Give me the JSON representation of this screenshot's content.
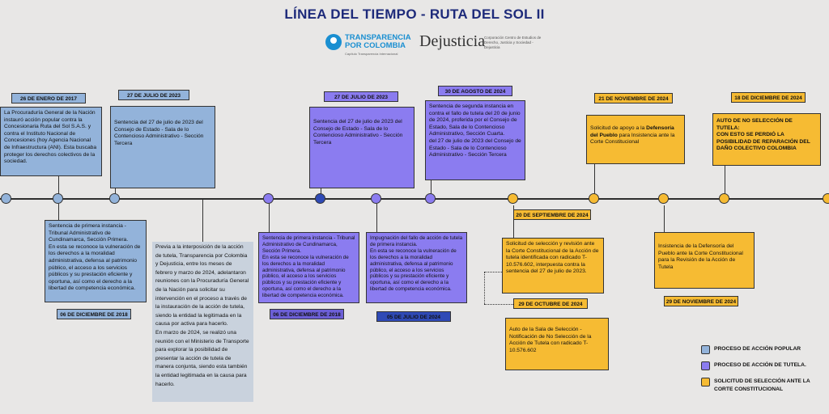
{
  "title": "LÍNEA DEL TIEMPO - RUTA DEL SOL II",
  "logos": {
    "tp_line1": "TRANSPARENCIA",
    "tp_line2": "POR COLOMBIA",
    "tp_sub": "Capítulo Transparencia Internacional",
    "dejusticia": "Dejusticia",
    "dejusticia_sub": "Corporación Centro de Estudios de Derecho, Justicia y Sociedad - Dejusticia"
  },
  "colors": {
    "accion_popular": "#93b3da",
    "tutela": "#8b7cf0",
    "seleccion": "#f6bb33",
    "title": "#1d2a7a"
  },
  "top_events": [
    {
      "date": "26 DE ENERO DE 2017",
      "text": "La Procuraduría General de la Nación instauró acción popular contra la Concesionaria Ruta del Sol S.A.S. y contra el Instituto Nacional de Concesiones (hoy Agencia Nacional de Infraestructura (ANI). Esta buscaba proteger los derechos colectivos de la sociedad."
    },
    {
      "date": "27 DE JULIO DE 2023",
      "text": "Sentencia del 27 de julio de 2023 del Consejo de Estado - Sala de lo Contencioso Administrativo - Sección Tercera"
    },
    {
      "date": "27 DE JULIO DE 2023",
      "text": "Sentencia del 27 de julio de 2023 del Consejo de Estado - Sala de lo Contencioso Administrativo - Sección Tercera"
    },
    {
      "date": "30 DE AGOSTO DE 2024",
      "text": "Sentencia de segunda instancia en contra el fallo de tutela del 20 de junio de 2024, proferida por el Consejo de Estado, Sala de lo Contencioso Administrativo, Sección Cuarta.\n del 27 de julio de 2023 del Consejo de Estado - Sala de lo Contencioso Administrativo - Sección Tercera"
    },
    {
      "date": "21 DE NOVIEMBRE DE 2024",
      "text_pre": "Solicitud de apoyo a la ",
      "text_bold": "Defensoría del Pueblo",
      "text_post": " para Insistencia ante la Corte Constitucional"
    },
    {
      "date": "18 DE DICIEMBRE DE 2024",
      "text": "AUTO DE NO SELECCIÓN DE TUTELA:\nCON ESTO SE PERDIÓ LA POSIBILIDAD DE REPARACIÓN DEL DAÑO COLECTIVO COLOMBIA"
    }
  ],
  "bottom_events": [
    {
      "date": "06 DE DICIEMBRE DE 2018",
      "text": "Sentencia de primera instancia - Tribunal Administrativo de Cundinamarca, Sección Primera.\nEn esta se reconoce la vulneración de los derechos a la moralidad administrativa, defensa al patrimonio público, el acceso a los servicios públicos y su prestación eficiente y oportuna, así como el derecho a la libertad de competencia económica."
    },
    {
      "text": "Previa a la interposición de la acción de tutela, Transparencia por Colombia y Dejusticia, entre los meses de febrero y marzo de 2024, adelantaron reuniones con la Procuraduría General de la Nación para solicitar su intervención en el proceso a través de la instauración de la acción de tutela, siendo la entidad la legitimada en la causa por activa para hacerlo.\nEn marzo de 2024, se realizó una reunión con el Ministerio de Transporte para explorar la posibilidad de presentar la acción de tutela de manera conjunta, siendo esta también la entidad legitimada en la causa para hacerlo."
    },
    {
      "date": "06 DE DICIEMBRE DE 2018",
      "text": "Sentencia de primera instancia - Tribunal Administrativo de Cundinamarca, Sección Primera.\nEn esta se reconoce la vulneración de los derechos a la moralidad administrativa, defensa al patrimonio público, el acceso a los servicios públicos y su prestación eficiente y oportuna, así como el derecho a la libertad de competencia económica."
    },
    {
      "date": "05 DE JULIO DE 2024",
      "text": "Impugnación del fallo de acción de tutela de primera instancia.\nEn esta se reconoce la vulneración de los derechos a la moralidad administrativa, defensa al patrimonio público, el acceso a los servicios públicos y su prestación eficiente y oportuna, así como el derecho a la libertad de competencia económica."
    },
    {
      "date": "20 DE SEPTIEMBRE DE 2024",
      "text": "Solicitud de selección y revisión ante la Corte Constitucional de la Acción de tutela identificada con radicado T-10.576.602, interpuesta contra la sentencia del 27 de julio de 2023."
    },
    {
      "date": "29 DE OCTUBRE DE 2024",
      "text": "Auto de la Sala de Selección - Notificación de No Selección de la Acción de Tutela con radicado T-10.576.602"
    },
    {
      "date": "29 DE NOVIEMBRE DE 2024",
      "text": "Insistencia de la Defensoría del Pueblo ante la Corte Constitucional para la Revisión de la Acción de Tutela"
    }
  ],
  "legend": [
    {
      "label": "PROCESO DE ACCIÓN POPULAR",
      "color": "#93b3da"
    },
    {
      "label": "PROCESO DE ACCIÓN DE TUTELA.",
      "color": "#8b7cf0"
    },
    {
      "label": "SOLICITUD DE SELECCIÓN ANTE LA CORTE CONSTITUCIONAL",
      "color": "#f6bb33"
    }
  ]
}
